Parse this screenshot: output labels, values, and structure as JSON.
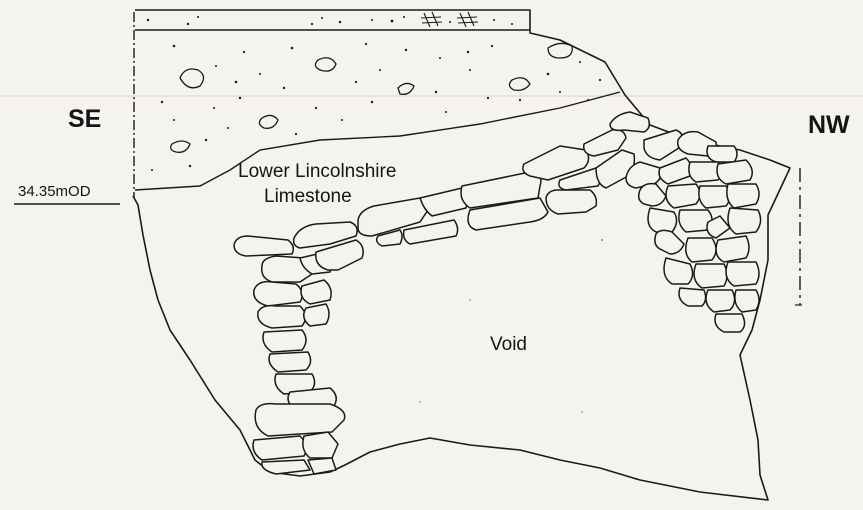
{
  "labels": {
    "left_direction": "SE",
    "right_direction": "NW",
    "datum_level": "34.35mOD",
    "stratum_line1": "Lower Lincolnshire",
    "stratum_line2": "Limestone",
    "cavity": "Void"
  },
  "colors": {
    "paper": "#f4f3f0",
    "ink": "#1a1a1a",
    "faint_rule": "#e9c9d3"
  }
}
